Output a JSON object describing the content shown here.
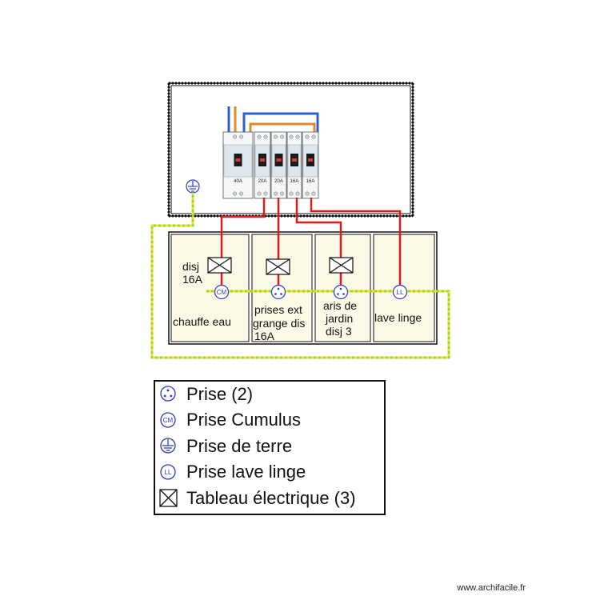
{
  "breakers": [
    {
      "rating": "40A"
    },
    {
      "rating": "20A"
    },
    {
      "rating": "20A"
    },
    {
      "rating": "16A"
    },
    {
      "rating": "16A"
    }
  ],
  "rooms": {
    "chauffe_eau": {
      "line1": "disj",
      "line2": "16A",
      "name": "chauffe eau"
    },
    "prises_ext": {
      "line1": "prises ext",
      "line2": "grange dis",
      "line3": "16A"
    },
    "jardin": {
      "line1": "aris de",
      "line2": "jardin",
      "line3": "disj 3"
    },
    "lave_linge": {
      "name": "lave linge"
    }
  },
  "symbols": {
    "cumulus_code": "CM",
    "lave_linge_code": "LL"
  },
  "legend": {
    "items": [
      {
        "icon": "socket-icon",
        "label": "Prise (2)"
      },
      {
        "icon": "cumulus-icon",
        "label": "Prise Cumulus",
        "code": "CM"
      },
      {
        "icon": "ground-icon",
        "label": "Prise de terre"
      },
      {
        "icon": "washer-socket-icon",
        "label": "Prise lave linge",
        "code": "LL"
      },
      {
        "icon": "panel-icon",
        "label": "Tableau électrique (3)"
      }
    ]
  },
  "credit": "www.archifacile.fr",
  "colors": {
    "room_fill": "#fbf8e6",
    "wire_live": "#e01b1b",
    "wire_neutral": "#2b62c9",
    "wire_phase": "#e0892a",
    "ground_green": "#9ad33a",
    "ground_yellow": "#f4e21c",
    "symbol_blue": "#2a3bbf"
  }
}
